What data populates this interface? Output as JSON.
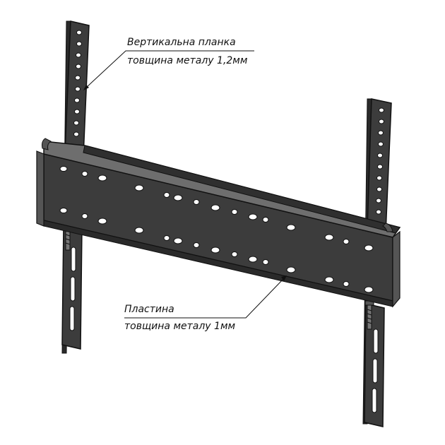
{
  "labels": {
    "vertical_strip": {
      "title": "Вертикальна планка",
      "thickness": "товщина металу 1,2мм"
    },
    "plate": {
      "title": "Пластина",
      "thickness": "товщина металу 1мм"
    }
  },
  "colors": {
    "metal_front": "#3c3c3c",
    "metal_top": "#6e6e6e",
    "metal_side": "#2a2a2a",
    "outline": "#111111",
    "hole": "#ffffff",
    "background": "#ffffff"
  }
}
